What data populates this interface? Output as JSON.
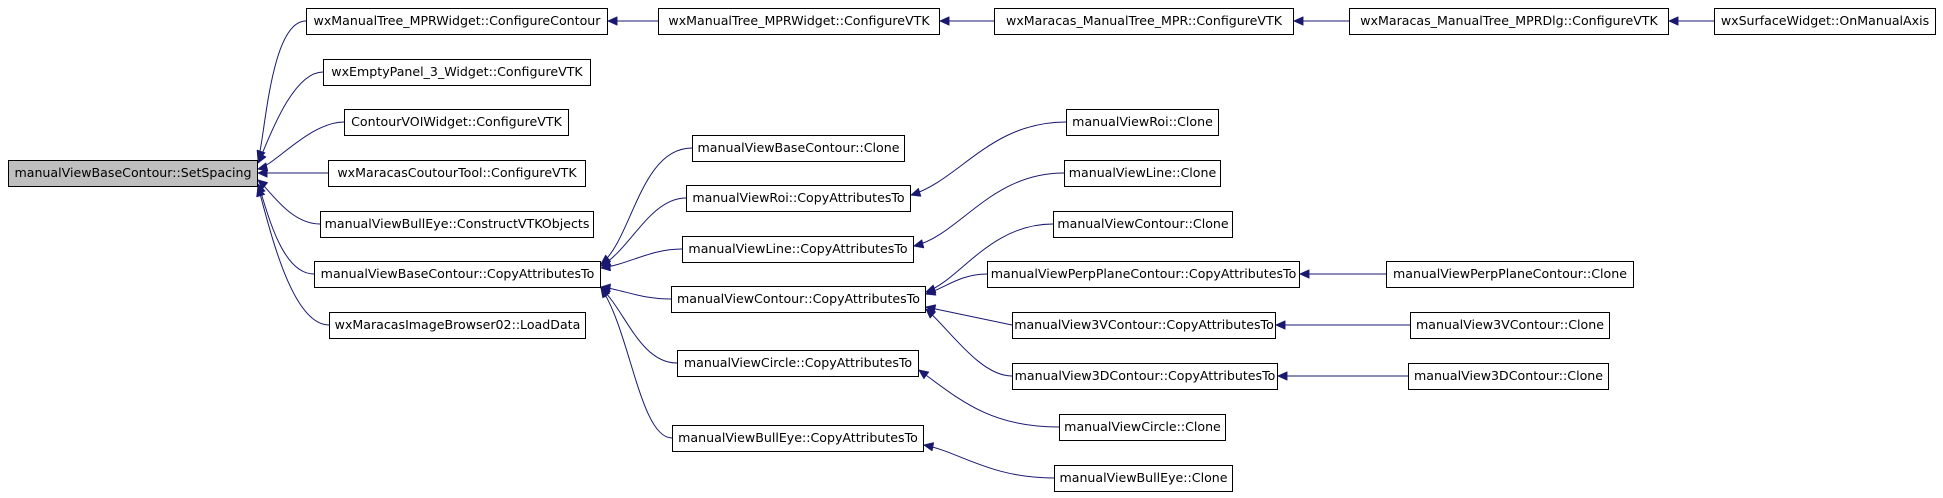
{
  "colors": {
    "edge": "#191970",
    "root_fill": "#bfbfbf",
    "node_fill": "#ffffff",
    "node_border": "#000000"
  },
  "nodes": {
    "root": "manualViewBaseContour::SetSpacing",
    "mt_configure_contour": "wxManualTree_MPRWidget::ConfigureContour",
    "mt_configure_vtk": "wxManualTree_MPRWidget::ConfigureVTK",
    "mm_mpr_configure_vtk": "wxMaracas_ManualTree_MPR::ConfigureVTK",
    "mm_mprdlg_configure_vtk": "wxMaracas_ManualTree_MPRDlg::ConfigureVTK",
    "surface_on_manual_axis": "wxSurfaceWidget::OnManualAxis",
    "empty_panel_configure_vtk": "wxEmptyPanel_3_Widget::ConfigureVTK",
    "contour_voi_configure_vtk": "ContourVOIWidget::ConfigureVTK",
    "coutour_tool_configure_vtk": "wxMaracasCoutourTool::ConfigureVTK",
    "bulleye_construct": "manualViewBullEye::ConstructVTKObjects",
    "base_copy": "manualViewBaseContour::CopyAttributesTo",
    "image_browser_load": "wxMaracasImageBrowser02::LoadData",
    "base_clone": "manualViewBaseContour::Clone",
    "roi_copy": "manualViewRoi::CopyAttributesTo",
    "line_copy": "manualViewLine::CopyAttributesTo",
    "contour_copy": "manualViewContour::CopyAttributesTo",
    "circle_copy": "manualViewCircle::CopyAttributesTo",
    "bulleye_copy": "manualViewBullEye::CopyAttributesTo",
    "roi_clone": "manualViewRoi::Clone",
    "line_clone": "manualViewLine::Clone",
    "contour_clone": "manualViewContour::Clone",
    "perp_copy": "manualViewPerpPlaneContour::CopyAttributesTo",
    "v3v_copy": "manualView3VContour::CopyAttributesTo",
    "v3d_copy": "manualView3DContour::CopyAttributesTo",
    "circle_clone": "manualViewCircle::Clone",
    "bulleye_clone": "manualViewBullEye::Clone",
    "perp_clone": "manualViewPerpPlaneContour::Clone",
    "v3v_clone": "manualView3VContour::Clone",
    "v3d_clone": "manualView3DContour::Clone"
  }
}
